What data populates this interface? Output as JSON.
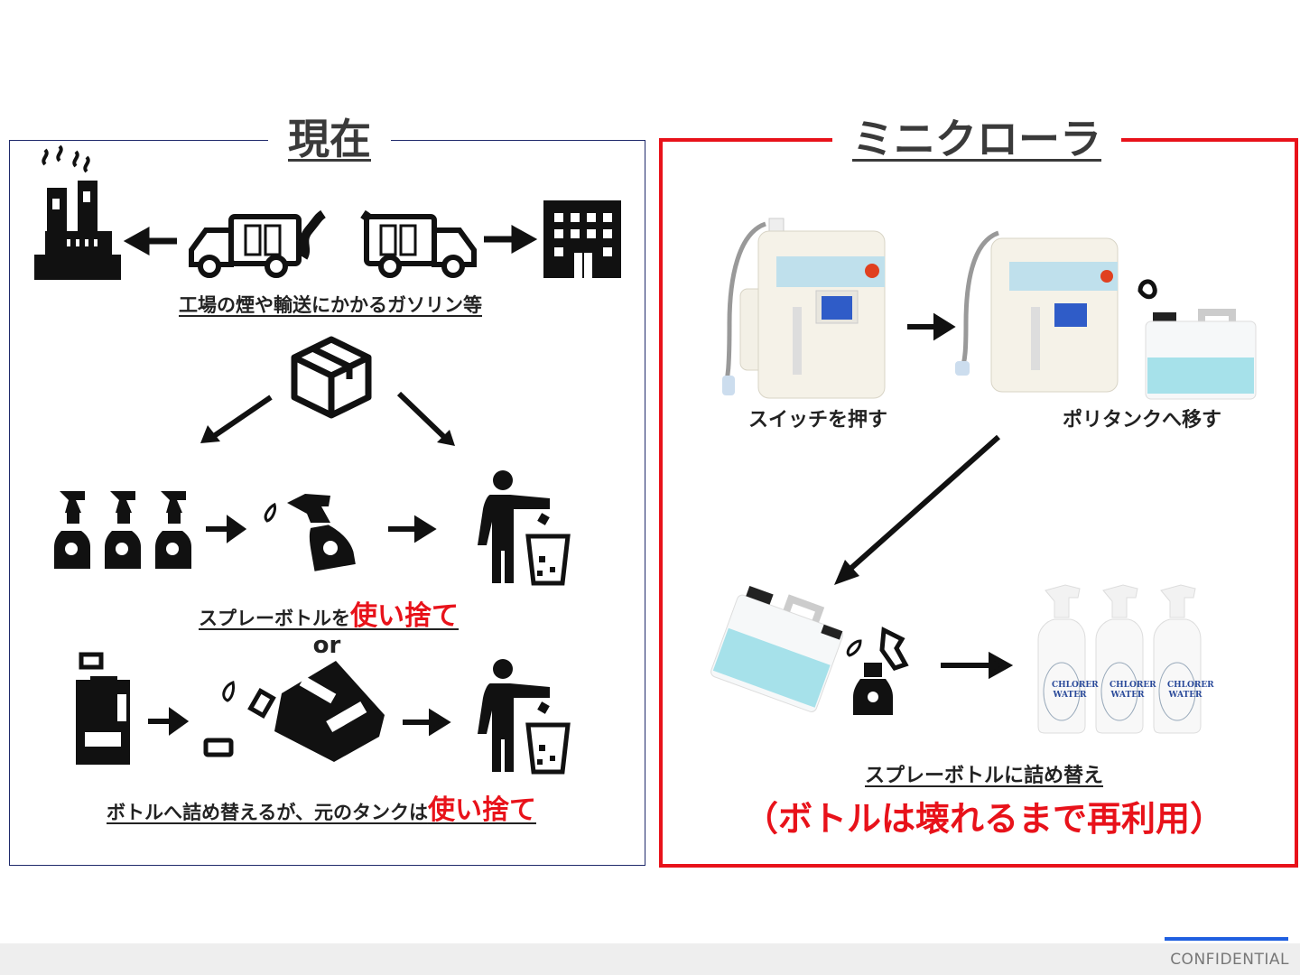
{
  "left_panel": {
    "title": "現在",
    "caption_transport": "工場の煙や輸送にかかるガソリン等",
    "caption_spray_prefix": "スプレーボトルを",
    "caption_spray_highlight": "使い捨て",
    "or_label": "or",
    "caption_refill_prefix": "ボトルへ詰め替えるが、元のタンクは",
    "caption_refill_highlight": "使い捨て"
  },
  "right_panel": {
    "title": "ミニクローラ",
    "step1_label": "スイッチを押す",
    "step2_label": "ポリタンクへ移す",
    "product_label": "CHLORER WATER",
    "caption_refill": "スプレーボトルに詰め替え",
    "caption_reuse": "（ボトルは壊れるまで再利用）"
  },
  "footer": {
    "label": "CONFIDENTIAL"
  },
  "colors": {
    "accent_red": "#e8121a",
    "navy_border": "#1f2a6b",
    "footer_blue": "#1f5fe0"
  }
}
